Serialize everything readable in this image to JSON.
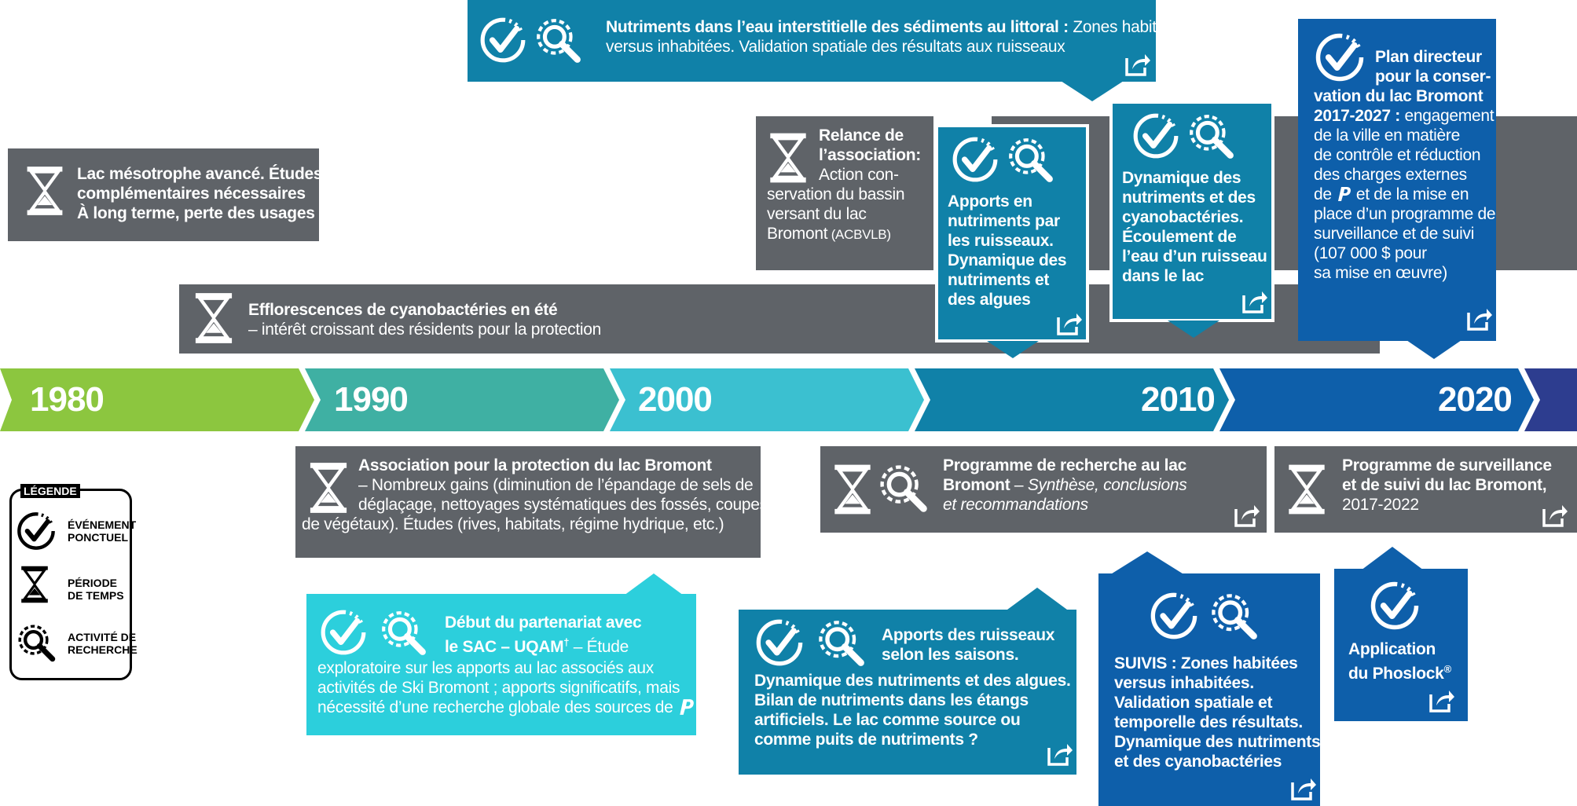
{
  "colors": {
    "grey": "#5f6368",
    "green": "#8cc63f",
    "teal": "#3fb0a3",
    "cyan": "#3bc0d0",
    "blue1": "#1081a8",
    "blue2": "#0e5faa",
    "navy": "#2d3d8f",
    "lightcyan": "#2ccfdc",
    "mid": "#0e6fa8"
  },
  "timeline": {
    "years": [
      "1980",
      "1990",
      "2000",
      "2010",
      "2020"
    ]
  },
  "legend": {
    "title": "LÉGENDE",
    "items": [
      {
        "icon": "check-clock-icon",
        "l1": "ÉVÉNEMENT",
        "l2": "PONCTUEL"
      },
      {
        "icon": "hourglass-icon",
        "l1": "PÉRIODE",
        "l2": "DE TEMPS"
      },
      {
        "icon": "magnifier-icon",
        "l1": "ACTIVITÉ DE",
        "l2": "RECHERCHE"
      }
    ]
  },
  "events": {
    "mesotrophe": {
      "l1": "Lac mésotrophe avancé. Études",
      "l2": "complémentaires nécessaires",
      "l3": "À long terme, perte des usages *"
    },
    "efflorescences": {
      "l1": "Efflorescences de cyanobactéries en été",
      "l2": "– intérêt croissant des résidents pour la protection"
    },
    "nutriments_eau": {
      "bold": "Nutriments dans l’eau interstitielle des sédiments au littoral :",
      "rest": " Zones habitées",
      "l2": "versus inhabitées. Validation spatiale des résultats aux ruisseaux"
    },
    "relance": {
      "l1": "Relance de",
      "l2": "l’association:",
      "l3": "Action con-",
      "l4": "servation du bassin",
      "l5": "versant du lac",
      "l6": "Bromont",
      "l6b": " (ACBVLB)"
    },
    "apports_ruisseaux_box": {
      "l1": "Apports en",
      "l2": "nutriments par",
      "l3": "les ruisseaux.",
      "l4": "Dynamique des",
      "l5": "nutriments et",
      "l6": "des algues"
    },
    "dynamique": {
      "l1": "Dynamique des",
      "l2": "nutriments et des",
      "l3": "cyanobactéries.",
      "l4": "Écoulement de",
      "l5": "l’eau d’un ruisseau",
      "l6": "dans le lac"
    },
    "plan": {
      "l1": "Plan directeur",
      "l2": "pour la conser-",
      "l3": "vation du lac Bromont",
      "l4": "2017-2027 :",
      "l4r": " engagement",
      "l5": "de la ville en matière",
      "l6": "de contrôle et réduction",
      "l7": "des charges externes",
      "l8a": "de ",
      "l8b": " et de la mise en",
      "l9": "place d’un programme de",
      "l10": "surveillance et de suivi",
      "l11": "(107 000 $ pour",
      "l12": "sa mise en œuvre)"
    },
    "association": {
      "l1": "Association pour la protection du lac Bromont",
      "l2": "– Nombreux gains (diminution de l’épandage de sels de",
      "l3": "déglaçage, nettoyages systématiques des fossés, coupes",
      "l4": "de végétaux). Études (rives, habitats, régime hydrique, etc.)"
    },
    "programme_recherche": {
      "l1": "Programme de recherche au lac",
      "l2": "Bromont",
      "l2r": " – ",
      "l2i": "Synthèse, conclusions",
      "l3": "et recommandations"
    },
    "programme_surveillance": {
      "l1": "Programme de surveillance",
      "l2": "et de suivi du lac Bromont,",
      "l3": "2017-2022"
    },
    "partenariat": {
      "l1": "Début du partenariat avec",
      "l2": "le SAC – UQAM",
      "l2s": "†",
      "l2r": " – Étude",
      "l3": "exploratoire sur les apports au lac associés aux",
      "l4": "activités de Ski Bromont ; apports significatifs, mais",
      "l5": "nécessité d’une recherche globale des sources de "
    },
    "apports_saisons": {
      "l1": "Apports des ruisseaux",
      "l2": "selon les saisons.",
      "l3": "Dynamique des nutriments et des algues.",
      "l4": "Bilan de nutriments dans les étangs",
      "l5": "artificiels. Le lac comme source ou",
      "l6": "comme puits de nutriments ?"
    },
    "suivis": {
      "l1": "SUIVIS : Zones habitées",
      "l2": "versus inhabitées.",
      "l3": "Validation spatiale et",
      "l4": "temporelle des résultats.",
      "l5": "Dynamique des nutriments",
      "l6": "et des cyanobactéries"
    },
    "phoslock": {
      "l1": "Application",
      "l2": "du Phoslock",
      "l2s": "®"
    }
  }
}
